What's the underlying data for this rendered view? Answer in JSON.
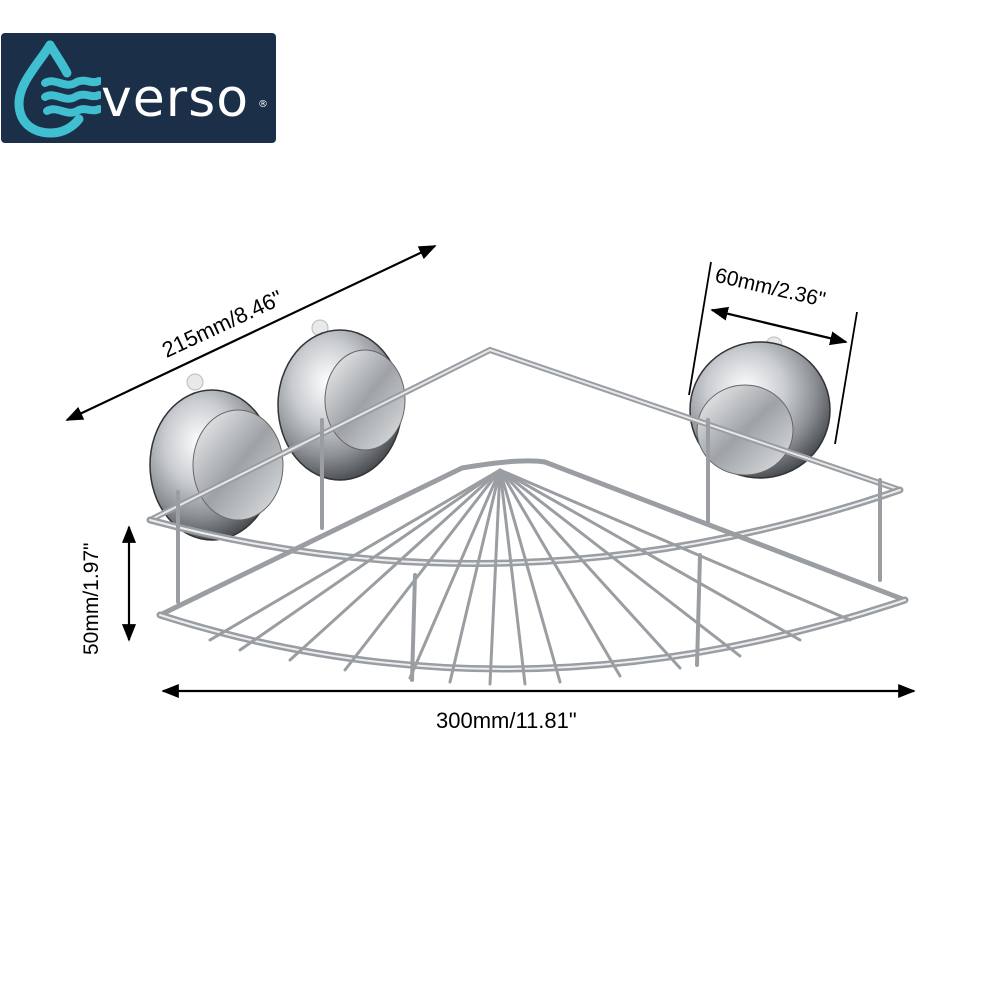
{
  "brand": {
    "name": "verso",
    "registered_mark": "®",
    "background_color": "#1b2f49",
    "accent_color": "#3fbfcf",
    "text_color": "#ffffff",
    "icon": "water-drop-waves-icon"
  },
  "product": {
    "description": "Corner wire shower caddy shelf with suction cups",
    "material_color": "#b8bcc0"
  },
  "dimensions": {
    "depth": "215mm/8.46\"",
    "suction_cup_diameter": "60mm/2.36\"",
    "height": "50mm/1.97\"",
    "width": "300mm/11.81\""
  }
}
